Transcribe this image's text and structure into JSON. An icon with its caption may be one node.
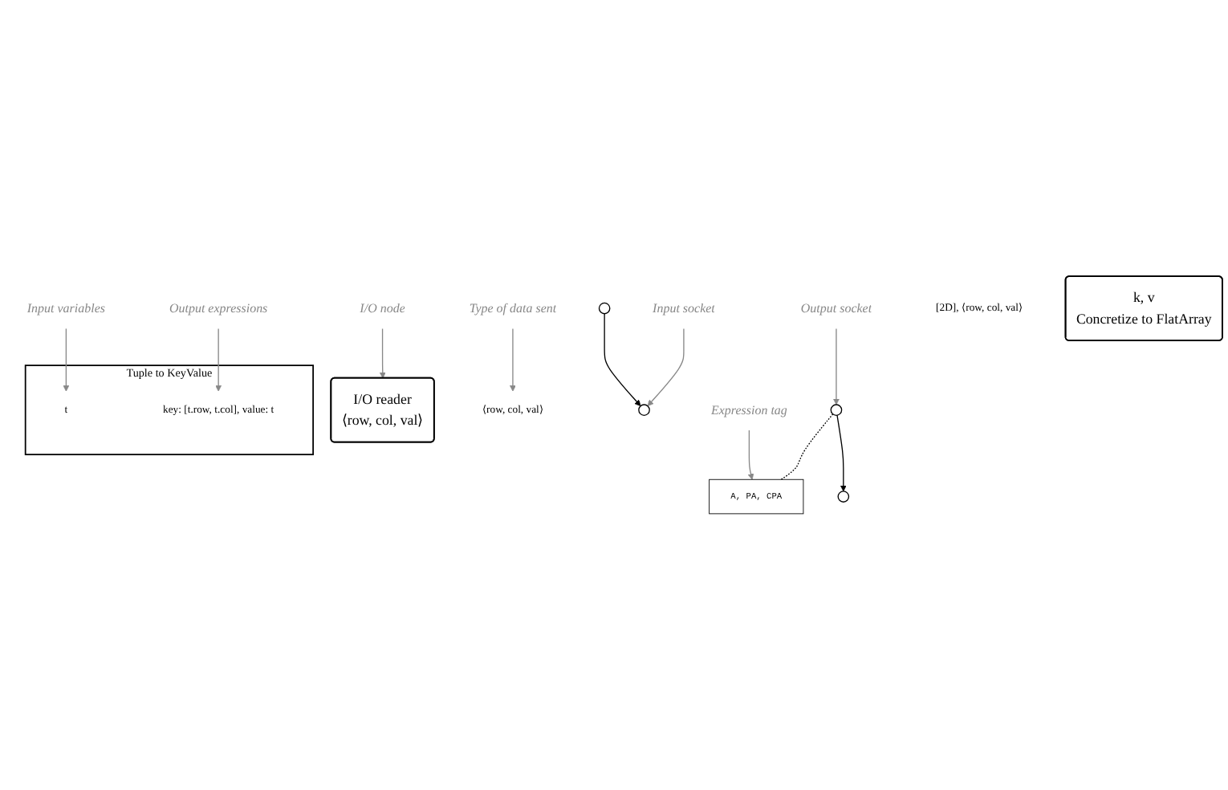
{
  "diagram": {
    "nodes": [
      {
        "text": [
          "I/O node"
        ]
      },
      {
        "text": [
          "I/O reader",
          "⟨row, col, val⟩"
        ]
      },
      {
        "text": [],
        "shape": "circle"
      },
      {
        "text": [
          "Type of data sent"
        ]
      },
      {
        "text": [
          "⟨row, col, val⟩"
        ]
      },
      {
        "text": [
          "Input socket"
        ]
      },
      {
        "text": [],
        "shape": "circle"
      },
      {
        "text": [
          "Input variables"
        ]
      },
      {
        "text": [
          "Tuple to KeyValue"
        ]
      },
      {
        "text": [
          "t"
        ],
        "in": 8
      },
      {
        "text": [
          "key: [t.row, t.col], value: t"
        ],
        "in": 8
      },
      {
        "text": [
          "Output expressions"
        ]
      },
      {
        "text": [],
        "shape": "circle"
      },
      {
        "text": [
          "Output socket"
        ]
      },
      {
        "text": [
          "Expression tag"
        ]
      },
      {
        "text": [
          "[2D], ⟨row, col, val⟩"
        ]
      },
      {
        "text": [
          "A, PA, CPA"
        ]
      },
      {
        "text": [],
        "shape": "circle"
      },
      {
        "text": [
          "k, v",
          "Concretize to FlatArray"
        ]
      }
    ],
    "edges": [
      {
        "from": 0,
        "to": 1,
        "arrow": "to"
      },
      {
        "from": 2,
        "to": 6,
        "arrow": "to",
        "color": "#000000"
      },
      {
        "from": 3,
        "to": 4,
        "arrow": "to"
      },
      {
        "from": 5,
        "to": 6,
        "arrow": "to"
      },
      {
        "from": 7,
        "to": 9,
        "arrow": "to"
      },
      {
        "from": 11,
        "to": 10,
        "arrow": "to"
      },
      {
        "from": 13,
        "to": 12,
        "arrow": "to"
      },
      {
        "from": 14,
        "to": 16,
        "arrow": "to"
      },
      {
        "from": 12,
        "to": 16,
        "arrow": "none",
        "style": "dashed",
        "color": "#000000"
      },
      {
        "from": 12,
        "to": 17,
        "arrow": "to",
        "color": "#000000"
      }
    ]
  }
}
